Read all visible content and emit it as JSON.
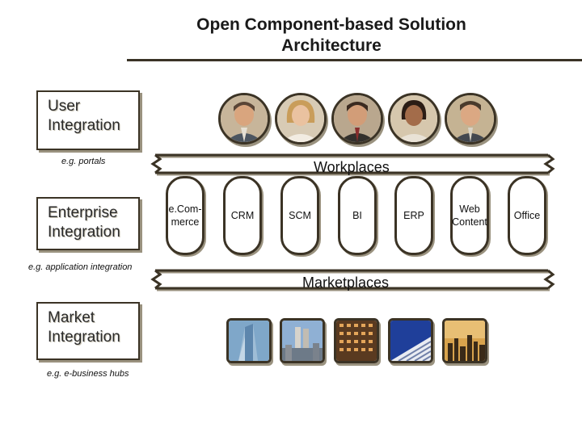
{
  "title": "Open Component-based Solution Architecture",
  "levels": [
    {
      "label_line1": "User",
      "label_line2": "Integration",
      "example": "e.g. portals"
    },
    {
      "label_line1": "Enterprise",
      "label_line2": "Integration",
      "example": "e.g. application integration"
    },
    {
      "label_line1": "Market",
      "label_line2": "Integration",
      "example": "e.g. e-business hubs"
    }
  ],
  "banners": {
    "top": "Workplaces",
    "bottom": "Marketplaces"
  },
  "components": [
    {
      "line1": "e.Com-",
      "line2": "merce"
    },
    {
      "line1": "CRM",
      "line2": ""
    },
    {
      "line1": "SCM",
      "line2": ""
    },
    {
      "line1": "BI",
      "line2": ""
    },
    {
      "line1": "ERP",
      "line2": ""
    },
    {
      "line1": "Web",
      "line2": "Content"
    },
    {
      "line1": "Office",
      "line2": ""
    }
  ],
  "colors": {
    "border": "#3b3325",
    "shadow": "#9a927f",
    "accent_rule": "#3a3326"
  }
}
